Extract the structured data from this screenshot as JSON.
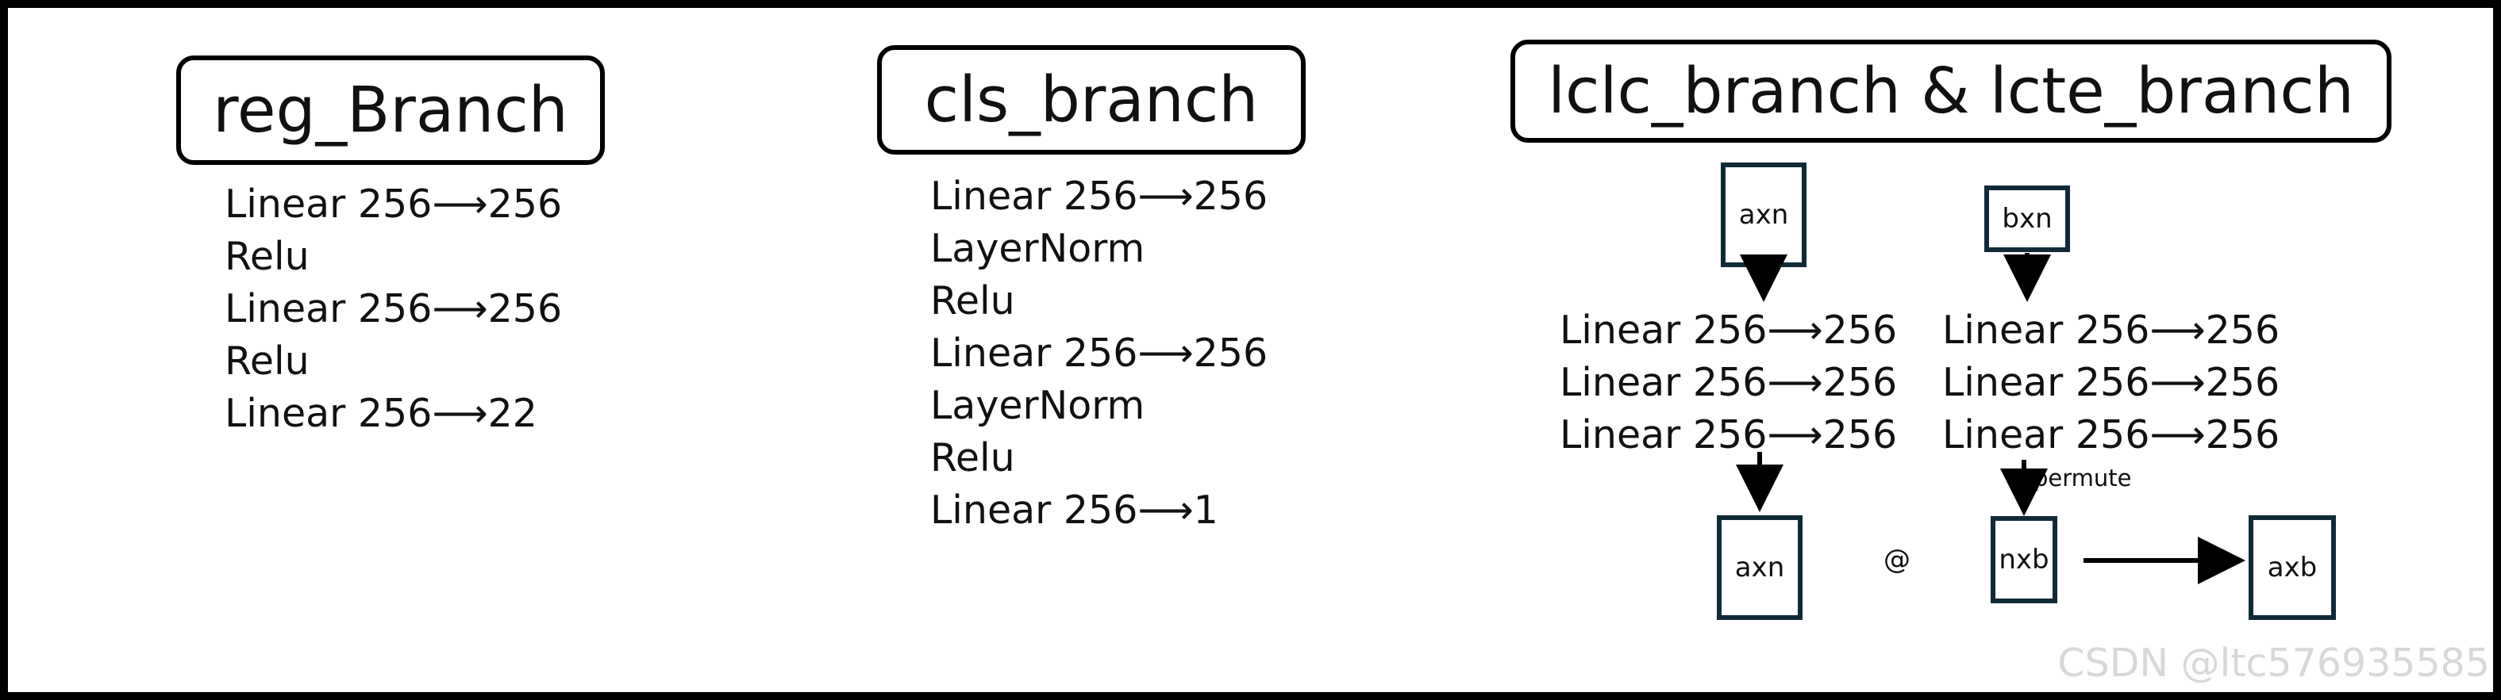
{
  "titles": {
    "reg": "reg_Branch",
    "cls": "cls_branch",
    "lclc": "lclc_branch & lcte_branch"
  },
  "reg_branch": {
    "layers": [
      "Linear 256⟶256",
      "Relu",
      "Linear 256⟶256",
      "Relu",
      "Linear 256⟶22"
    ]
  },
  "cls_branch": {
    "layers": [
      "Linear 256⟶256",
      "LayerNorm",
      "Relu",
      "Linear 256⟶256",
      "LayerNorm",
      "Relu",
      "Linear 256⟶1"
    ]
  },
  "lclc_branch": {
    "left_input": "axn",
    "right_input": "bxn",
    "left_layers": [
      "Linear 256⟶256",
      "Linear 256⟶256",
      "Linear 256⟶256"
    ],
    "right_layers": [
      "Linear 256⟶256",
      "Linear 256⟶256",
      "Linear 256⟶256"
    ],
    "permute_label": "permute",
    "left_output": "axn",
    "operator": "@",
    "right_output": "nxb",
    "result": "axb"
  },
  "watermark": "CSDN @ltc576935585"
}
